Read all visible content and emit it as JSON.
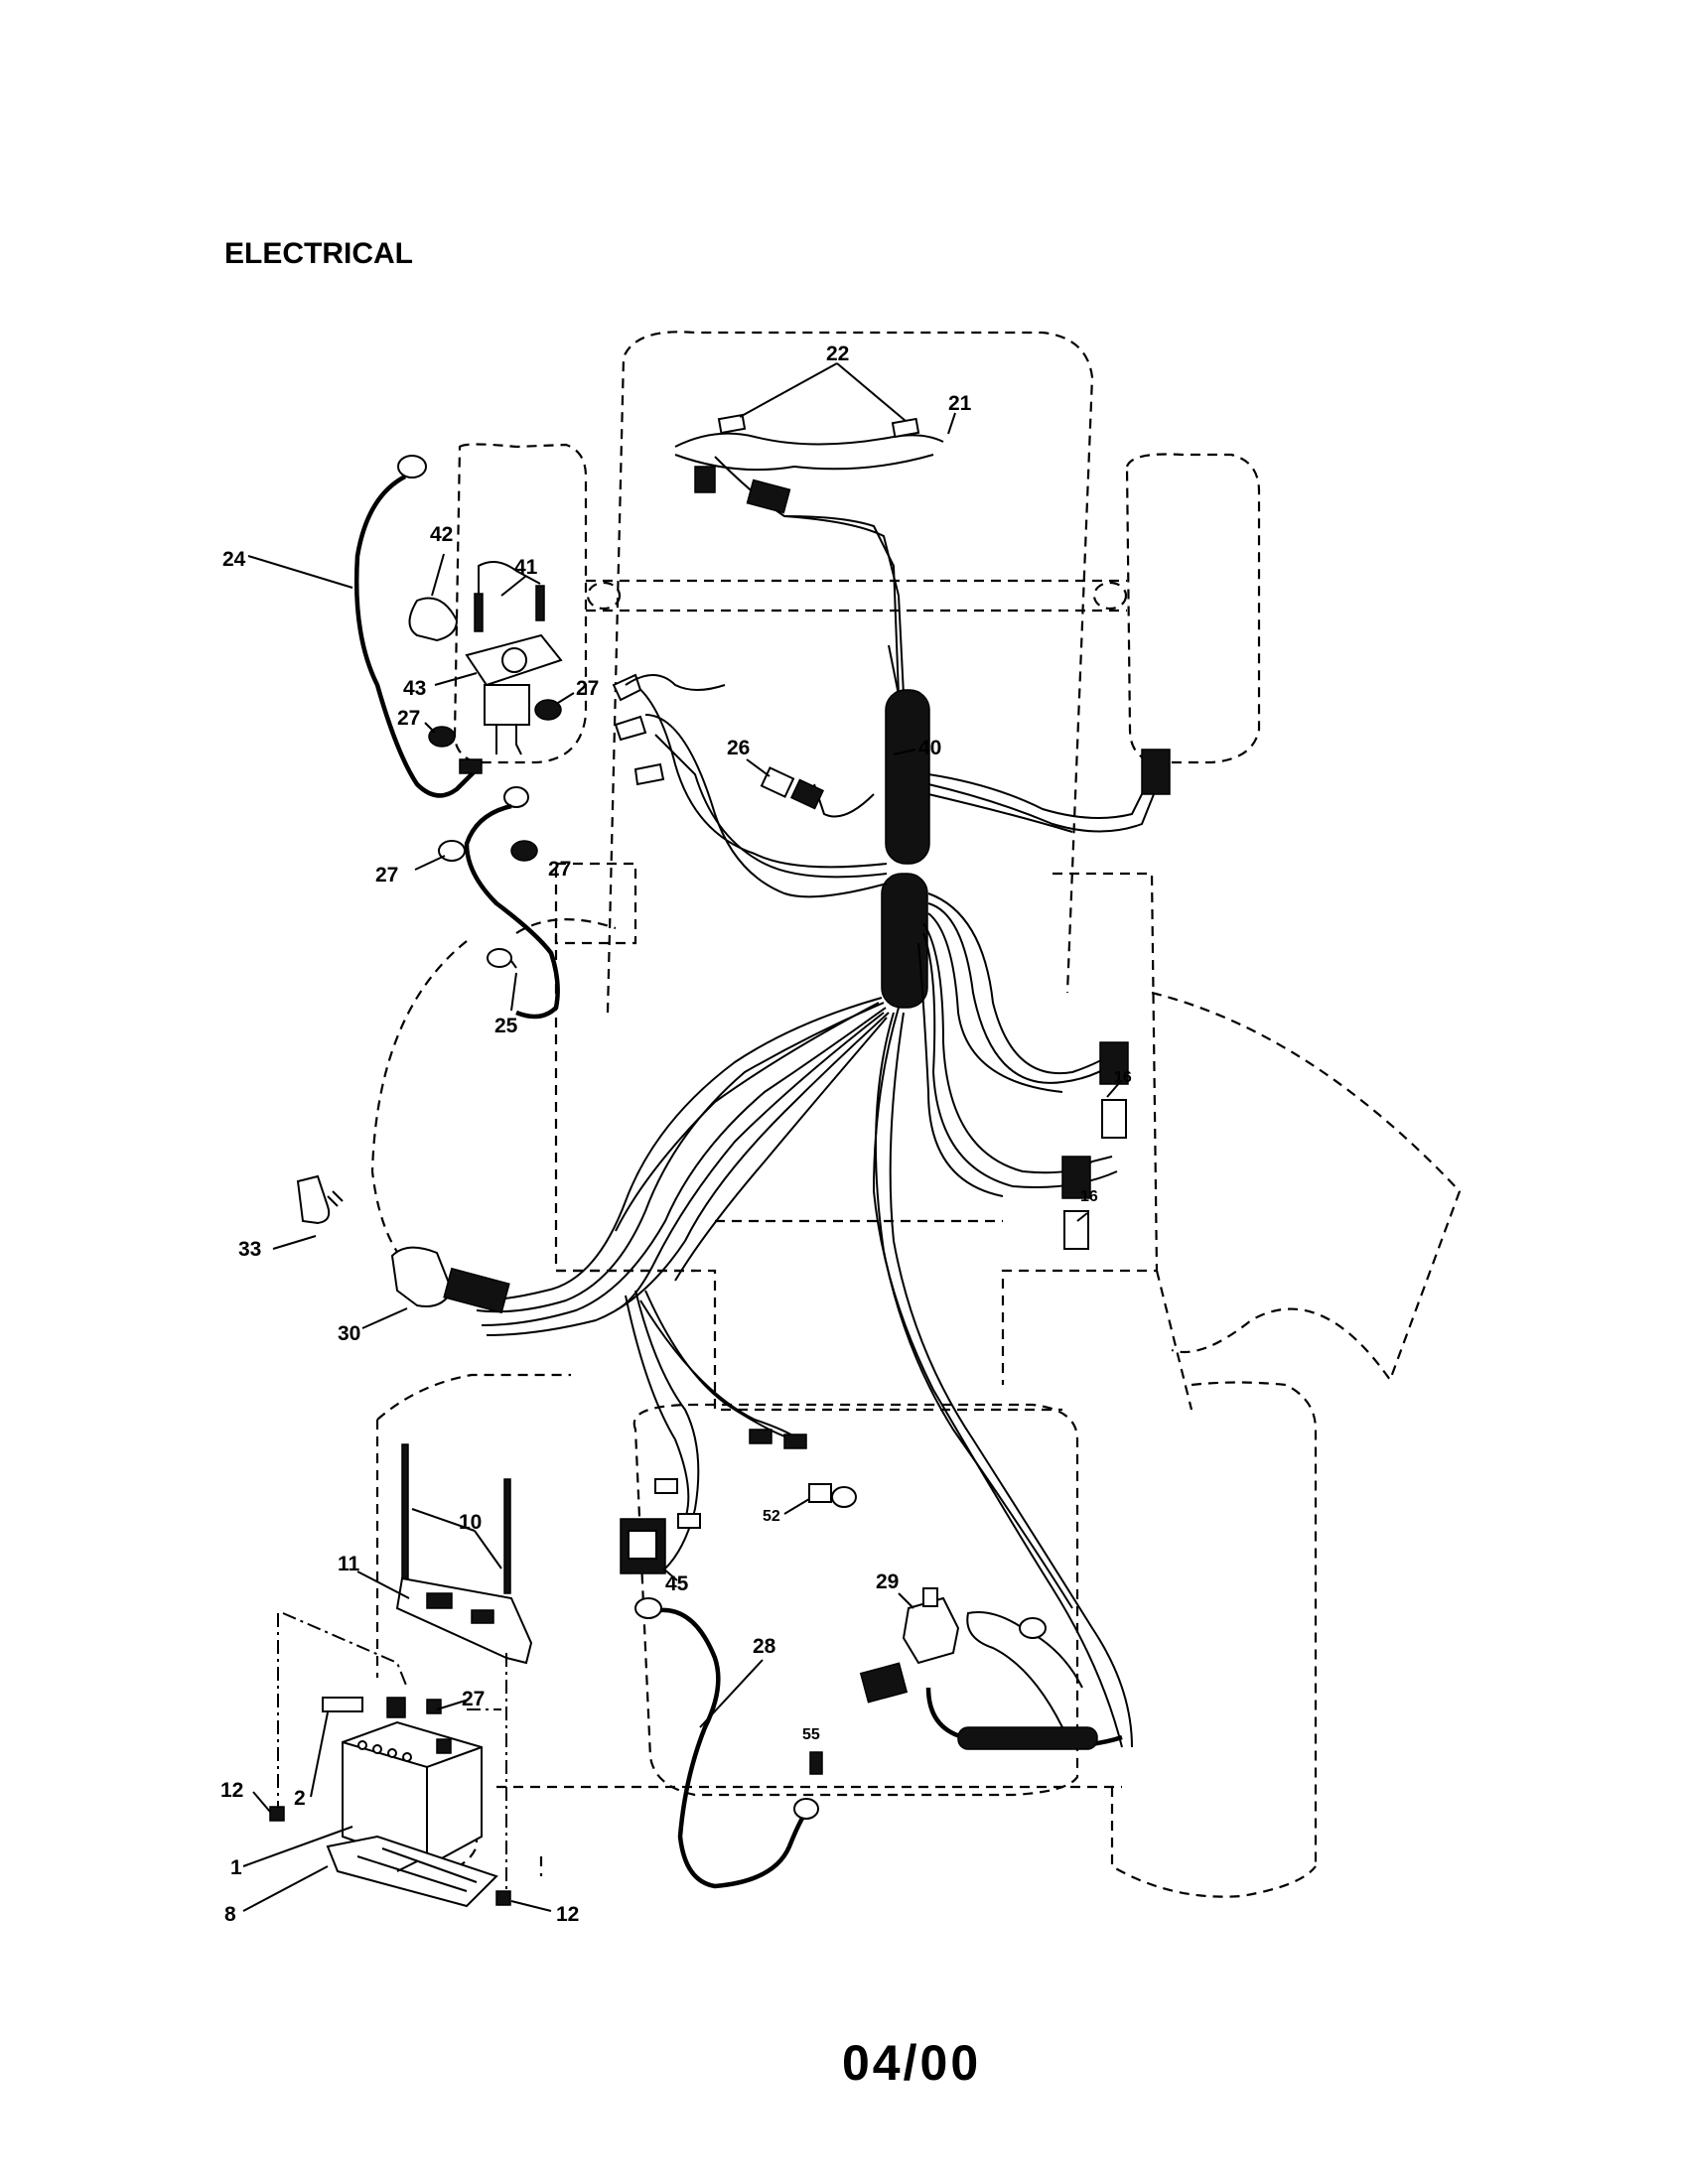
{
  "page": {
    "title": "ELECTRICAL",
    "code": "04/00"
  },
  "callouts": {
    "c1": "1",
    "c2": "2",
    "c8": "8",
    "c10": "10",
    "c11": "11",
    "c12a": "12",
    "c12b": "12",
    "c16a": "16",
    "c16b": "16",
    "c21": "21",
    "c22": "22",
    "c24": "24",
    "c25": "25",
    "c26": "26",
    "c27a": "27",
    "c27b": "27",
    "c27c": "27",
    "c27d": "27",
    "c27e": "27",
    "c28": "28",
    "c29": "29",
    "c30": "30",
    "c33": "33",
    "c40": "40",
    "c41": "41",
    "c42": "42",
    "c43": "43",
    "c45": "45",
    "c52": "52",
    "c55": "55"
  },
  "icons": {
    "battery": "battery-icon",
    "solenoid": "solenoid-icon",
    "ignition_switch": "ignition-switch-icon",
    "key": "key-icon",
    "harness": "wire-harness-icon"
  }
}
